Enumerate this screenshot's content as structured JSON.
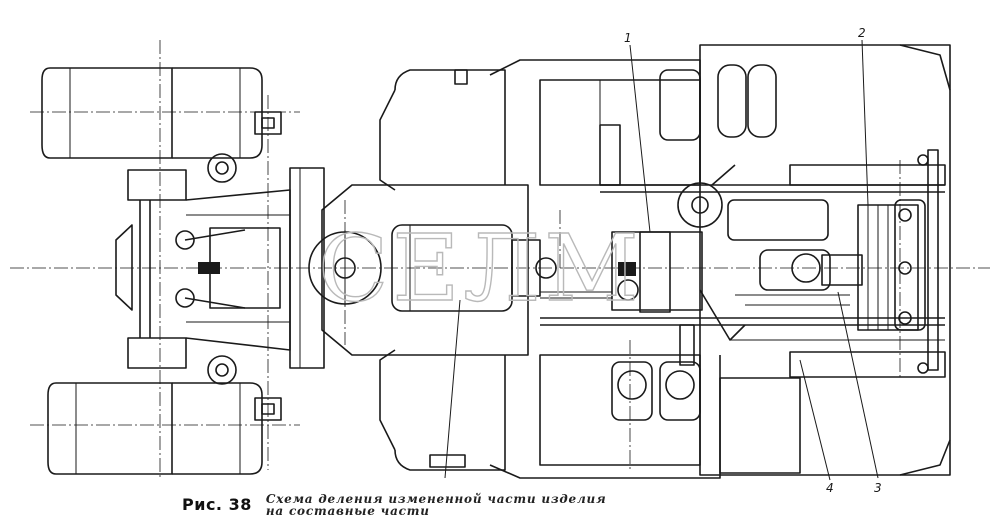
{
  "watermark": "СЕЛМ",
  "callouts": [
    {
      "id": "1",
      "label": "1"
    },
    {
      "id": "2",
      "label": "2"
    },
    {
      "id": "3",
      "label": "3"
    },
    {
      "id": "4",
      "label": "4"
    }
  ],
  "caption": {
    "figure_label": "Рис. 38",
    "line1": "Схема деления измененной части изделия",
    "line2": "на составные части"
  }
}
